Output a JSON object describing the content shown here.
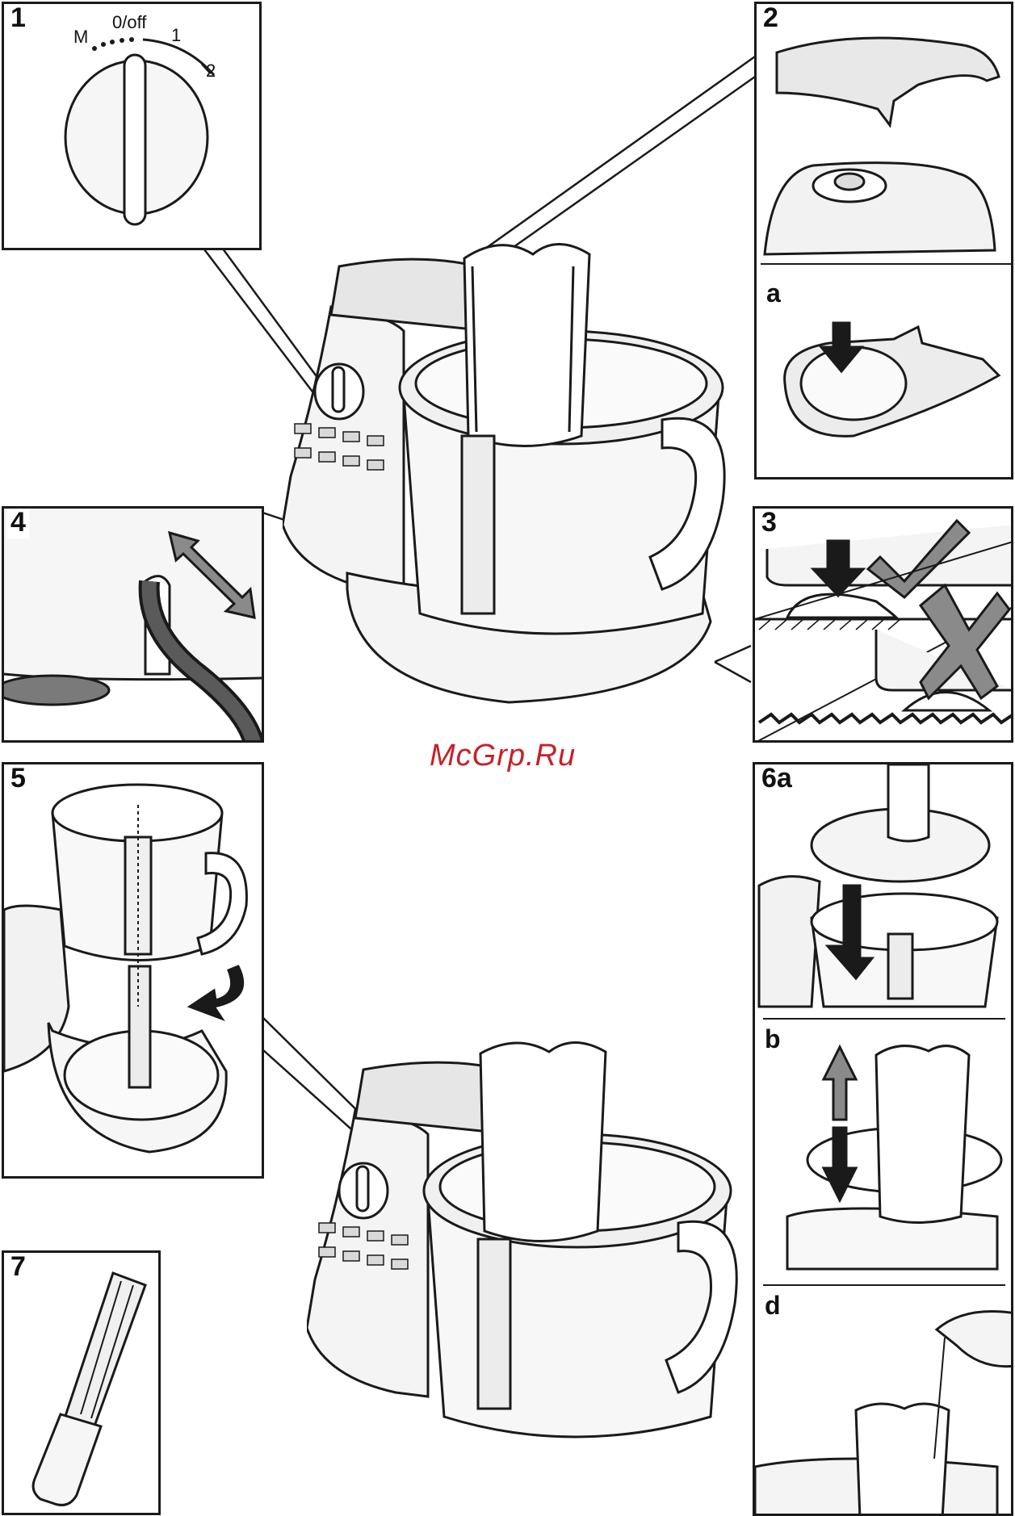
{
  "panels": {
    "p1": {
      "label": "1",
      "dial": {
        "m": "M",
        "off": "0/off",
        "s1": "1",
        "s2": "2"
      }
    },
    "p2": {
      "label": "2",
      "sub_a": "a"
    },
    "p3": {
      "label": "3"
    },
    "p4": {
      "label": "4"
    },
    "p5": {
      "label": "5"
    },
    "p6": {
      "label": "6a",
      "sub_b": "b",
      "sub_d": "d"
    },
    "p7": {
      "label": "7"
    }
  },
  "watermark": "McGrp.Ru",
  "colors": {
    "outline": "#1a1a1a",
    "shade": "#e6e6e6",
    "mid": "#cfcfcf",
    "dark": "#7a7a7a",
    "accent": "#c8202a"
  },
  "icons": [
    "check-icon",
    "cross-icon",
    "down-arrow-icon",
    "double-arrow-icon",
    "rotate-arrow-icon"
  ]
}
